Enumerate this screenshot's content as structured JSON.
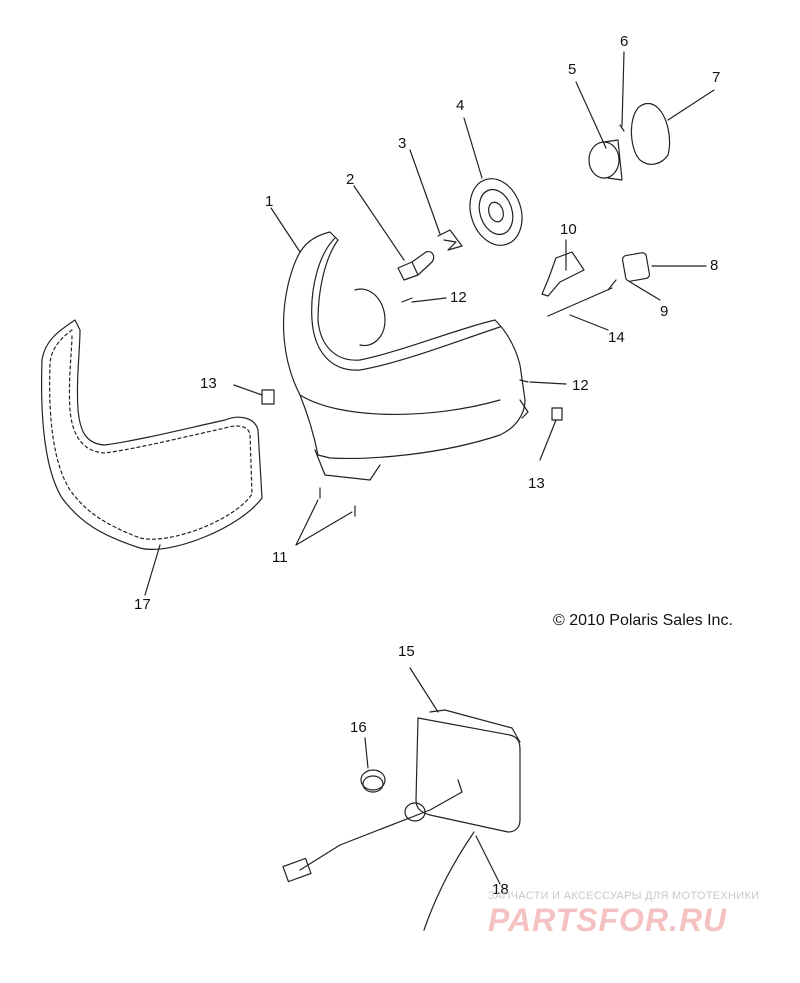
{
  "callouts": [
    "1",
    "2",
    "3",
    "4",
    "5",
    "6",
    "7",
    "8",
    "9",
    "10",
    "11",
    "12",
    "12",
    "13",
    "13",
    "14",
    "15",
    "16",
    "17",
    "18"
  ],
  "copyright": "© 2010 Polaris Sales Inc.",
  "watermark": {
    "tagline": "ЗАПЧАСТИ И АКСЕССУАРЫ ДЛЯ МОТОТЕХНИКИ",
    "logo": "PARTSFOR.RU"
  }
}
